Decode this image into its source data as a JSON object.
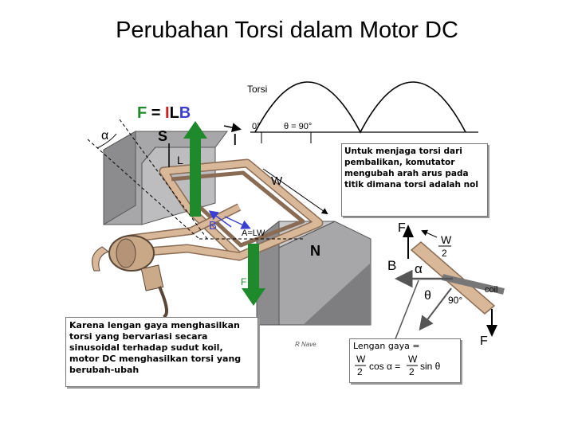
{
  "title": "Perubahan Torsi dalam Motor DC",
  "torque_graph": {
    "label": "Torsi",
    "tick_0": "0°",
    "tick_90": "θ = 90°"
  },
  "force_equation": {
    "F": "F",
    "eq": " = ",
    "I": "I",
    "L": "L",
    "B": "B"
  },
  "motor_labels": {
    "alpha": "α",
    "S": "S",
    "I": "I",
    "L": "L",
    "W": "W",
    "B": "B",
    "area": "A=LW",
    "N": "N",
    "F_bottom": "F",
    "credit": "R Nave"
  },
  "side_diagram": {
    "F_top": "F",
    "W": "W",
    "two": "2",
    "alpha": "α",
    "B": "B",
    "theta": "θ",
    "ninety": "90°",
    "coil": "coil",
    "F_bottom": "F"
  },
  "note_right": "Untuk menjaga torsi dari pembalikan, komutator mengubah arah arus pada titik dimana torsi adalah nol",
  "note_left": "Karena lengan gaya menghasilkan torsi yang bervariasi secara sinusoidal terhadap sudut koil, motor DC menghasilkan torsi yang berubah-ubah",
  "lever_arm": {
    "label": "Lengan gaya =",
    "W": "W",
    "two": "2",
    "cos": "cos α =",
    "sin": "sin θ"
  },
  "colors": {
    "force_green": "#1f8a2c",
    "current_red": "#cc1f1f",
    "field_blue": "#3a3fd1",
    "magnet_gray": "#a7a7a9",
    "coil_tan": "#d9b89a"
  }
}
